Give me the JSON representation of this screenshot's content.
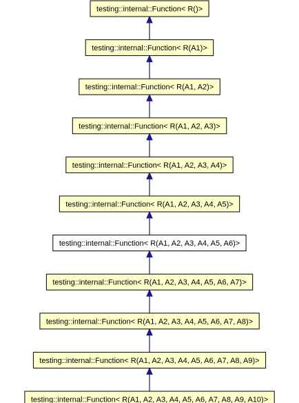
{
  "diagram": {
    "colors": {
      "node_fill": "#ffffcc",
      "highlight_fill": "#ffffff",
      "border": "#000000",
      "edge": "#1a1a80"
    },
    "highlighted_node": 6,
    "nodes": [
      {
        "label": "testing::internal::Function< R()>"
      },
      {
        "label": "testing::internal::Function< R(A1)>"
      },
      {
        "label": "testing::internal::Function< R(A1, A2)>"
      },
      {
        "label": "testing::internal::Function< R(A1, A2, A3)>"
      },
      {
        "label": "testing::internal::Function< R(A1, A2, A3, A4)>"
      },
      {
        "label": "testing::internal::Function< R(A1, A2, A3, A4, A5)>"
      },
      {
        "label": "testing::internal::Function< R(A1, A2, A3, A4, A5, A6)>"
      },
      {
        "label": "testing::internal::Function< R(A1, A2, A3, A4, A5, A6, A7)>"
      },
      {
        "label": "testing::internal::Function< R(A1, A2, A3, A4, A5, A6, A7, A8)>"
      },
      {
        "label": "testing::internal::Function< R(A1, A2, A3, A4, A5, A6, A7, A8, A9)>"
      },
      {
        "label": "testing::internal::Function< R(A1, A2, A3, A4, A5, A6, A7, A8, A9, A10)>"
      }
    ]
  }
}
